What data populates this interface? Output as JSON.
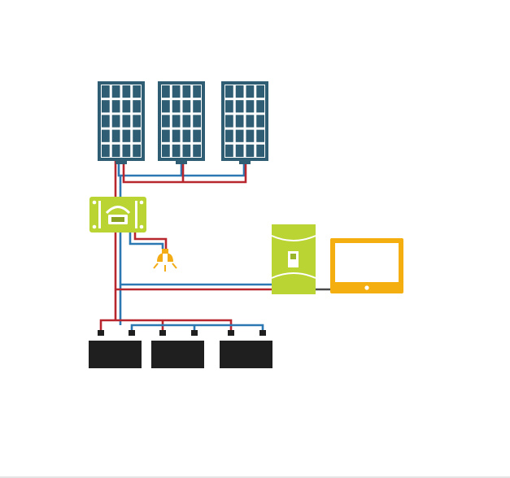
{
  "diagram": {
    "kind": "off-grid solar power system wiring",
    "colors": {
      "panel_frame": "#2f5d73",
      "panel_cell": "#2f5d73",
      "panel_bg": "#ffffff",
      "wire_positive": "#b8262e",
      "wire_negative": "#2c78b3",
      "controller_body": "#b9d433",
      "controller_dark": "#8aa221",
      "inverter_body": "#b9d433",
      "inverter_dark": "#9bb52a",
      "screen_frame": "#f5ae0f",
      "screen_inner": "#ffffff",
      "lamp": "#f3ab16",
      "battery": "#1f1f1f",
      "output_cable": "#4a4a4a",
      "bottom_rule": "#c8c8c8"
    },
    "components": [
      {
        "id": "panel-1",
        "type": "solar-panel",
        "icon": "solar-panel-icon"
      },
      {
        "id": "panel-2",
        "type": "solar-panel",
        "icon": "solar-panel-icon"
      },
      {
        "id": "panel-3",
        "type": "solar-panel",
        "icon": "solar-panel-icon"
      },
      {
        "id": "charge-controller",
        "type": "charge-controller",
        "icon": "charge-controller-icon"
      },
      {
        "id": "lamp",
        "type": "dc-load",
        "icon": "light-bulb-icon"
      },
      {
        "id": "inverter",
        "type": "inverter",
        "icon": "inverter-icon"
      },
      {
        "id": "monitor",
        "type": "ac-load",
        "icon": "monitor-icon"
      },
      {
        "id": "battery-1",
        "type": "battery",
        "icon": "battery-icon"
      },
      {
        "id": "battery-2",
        "type": "battery",
        "icon": "battery-icon"
      },
      {
        "id": "battery-3",
        "type": "battery",
        "icon": "battery-icon"
      }
    ],
    "connections": [
      {
        "from": "panel-1",
        "to": "charge-controller",
        "polarity": "negative"
      },
      {
        "from": "panel-2",
        "to": "charge-controller",
        "polarity": "negative"
      },
      {
        "from": "panel-3",
        "to": "charge-controller",
        "polarity": "negative"
      },
      {
        "from": "panel-1",
        "to": "charge-controller",
        "polarity": "positive"
      },
      {
        "from": "panel-2",
        "to": "charge-controller",
        "polarity": "positive"
      },
      {
        "from": "panel-3",
        "to": "charge-controller",
        "polarity": "positive"
      },
      {
        "from": "charge-controller",
        "to": "lamp",
        "polarity": "positive"
      },
      {
        "from": "charge-controller",
        "to": "lamp",
        "polarity": "negative"
      },
      {
        "from": "charge-controller",
        "to": "inverter",
        "polarity": "positive"
      },
      {
        "from": "charge-controller",
        "to": "inverter",
        "polarity": "negative"
      },
      {
        "from": "inverter",
        "to": "monitor",
        "polarity": "ac"
      },
      {
        "from": "charge-controller",
        "to": "battery-1",
        "polarity": "positive"
      },
      {
        "from": "charge-controller",
        "to": "battery-2",
        "polarity": "positive"
      },
      {
        "from": "charge-controller",
        "to": "battery-3",
        "polarity": "positive"
      },
      {
        "from": "charge-controller",
        "to": "battery-1",
        "polarity": "negative"
      },
      {
        "from": "charge-controller",
        "to": "battery-2",
        "polarity": "negative"
      },
      {
        "from": "charge-controller",
        "to": "battery-3",
        "polarity": "negative"
      }
    ]
  }
}
